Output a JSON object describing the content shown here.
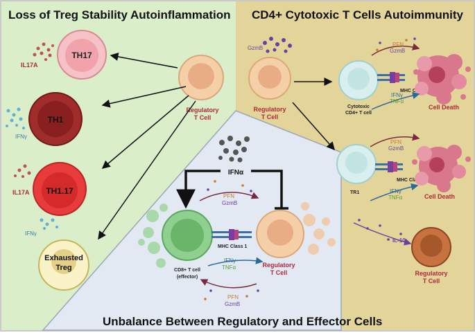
{
  "panels": {
    "left_title": "Loss of Treg Stability Autoinflammation",
    "right_title": "CD4+ Cytotoxic T Cells Autoimmunity",
    "bottom_title": "Unbalance Between Regulatory and Effector Cells"
  },
  "left": {
    "treg_label_1": "Regulatory",
    "treg_label_2": "T Cell",
    "th17": "TH17",
    "th17_cytokine": "IL17A",
    "th1": "TH1",
    "th1_cytokine": "IFNγ",
    "th117": "TH1.17",
    "th117_cytokine_a": "IL17A",
    "th117_cytokine_b": "IFNγ",
    "exhausted_1": "Exhausted",
    "exhausted_2": "Treg"
  },
  "right": {
    "gzmb": "GzmB",
    "treg_label_1": "Regulatory",
    "treg_label_2": "T Cell",
    "ctl_label_1": "Cytotoxic",
    "ctl_label_2": "CD4+ T cell",
    "mhc2": "MHC Class 2",
    "mhc1": "MHC Class 1",
    "pfn": "PFN",
    "gzmb2": "GzmB",
    "ifng": "IFNγ",
    "tnfa": "TNFα",
    "death1": "Cell Death",
    "death2": "Cell Death",
    "tr1": "TR1",
    "il10": "IL-10",
    "treg2_1": "Regulatory",
    "treg2_2": "T Cell"
  },
  "bottom": {
    "ifna": "IFNα",
    "pfn": "PFN",
    "gzmb": "GzmB",
    "mhc1": "MHC Class 1",
    "cd8_1": "CD8+ T cell",
    "cd8_2": "(effector)",
    "treg_1": "Regulatory",
    "treg_2": "T Cell",
    "ifng": "IFNγ",
    "tnfa": "TNFα",
    "pfn2": "PFN",
    "gzmb2": "GzmB"
  },
  "colors": {
    "left_bg": "#d9eec9",
    "right_bg": "#e3d49a",
    "bottom_bg": "#e3e9f3",
    "treg": "#f1c9a2",
    "label_red": "#b0283a"
  }
}
